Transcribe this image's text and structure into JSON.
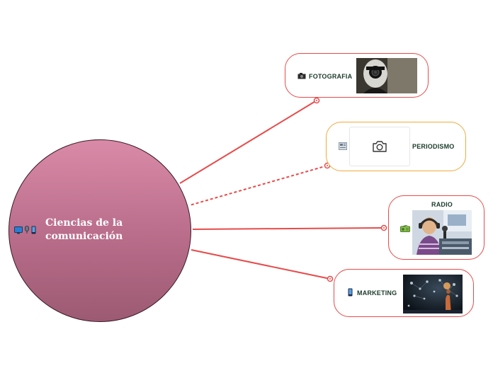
{
  "central": {
    "title_line1": "Ciencias de la",
    "title_line2": "comunicación",
    "icons": [
      "tv-icon",
      "microphone-icon",
      "smartphone-icon"
    ]
  },
  "topics": {
    "fotografia": {
      "label": "FOTOGRAFIA",
      "icon": "camera-icon",
      "image": "photographer-photo"
    },
    "periodismo": {
      "label": "PERIODISMO",
      "icon": "newspaper-icon",
      "image": "camera-placeholder-icon"
    },
    "radio": {
      "label": "RADIO",
      "icon": "radio-icon",
      "image": "radio-host-photo"
    },
    "marketing": {
      "label": "MARKETING",
      "icon": "smartphone-icon",
      "image": "digital-marketing-photo"
    }
  },
  "colors": {
    "central_fill": "#c47b97",
    "connector": "#e84a4a",
    "periodismo_border": "#f2a83a",
    "label_text": "#1a3a2a"
  }
}
